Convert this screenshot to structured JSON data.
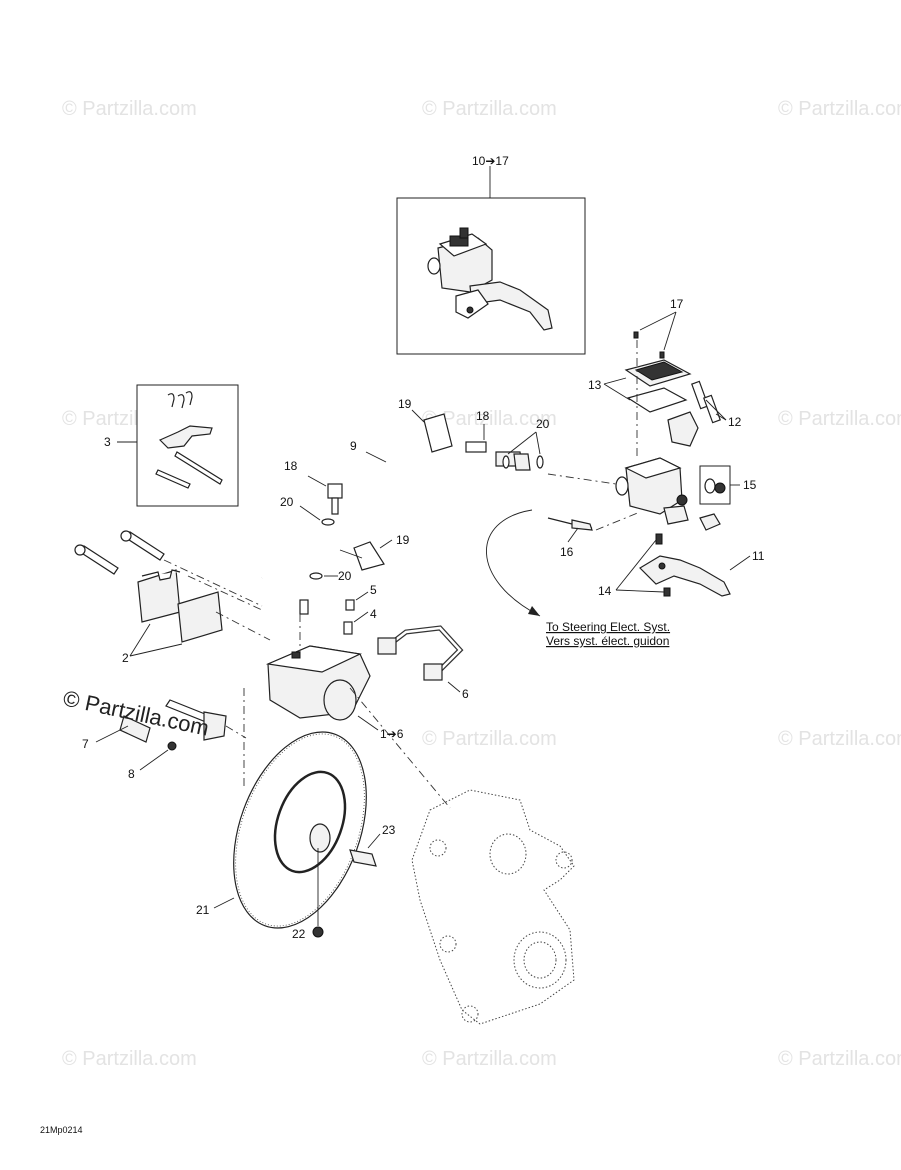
{
  "watermark": "© Partzilla.com",
  "watermark_main": "© Partzilla.com",
  "diagram_code": "21Mp0214",
  "note": {
    "line1": "To Steering Elect. Syst.",
    "line2": "Vers syst. élect. guidon"
  },
  "callouts": {
    "c10_17": "10➔17",
    "c17": "17",
    "c13": "13",
    "c12": "12",
    "c15": "15",
    "c11": "11",
    "c14": "14",
    "c16": "16",
    "c19a": "19",
    "c18a": "18",
    "c20a": "20",
    "c9": "9",
    "c18b": "18",
    "c20b": "20",
    "c19b": "19",
    "c20c": "20",
    "c3": "3",
    "c5": "5",
    "c4": "4",
    "c2": "2",
    "c6": "6",
    "c1_6": "1➔6",
    "c7": "7",
    "c8": "8",
    "c23": "23",
    "c21": "21",
    "c22": "22"
  },
  "icons": [
    "master-cylinder-icon",
    "brake-lever-icon",
    "caliper-icon",
    "brake-disc-icon",
    "chaincase-icon",
    "brake-pad-icon"
  ]
}
